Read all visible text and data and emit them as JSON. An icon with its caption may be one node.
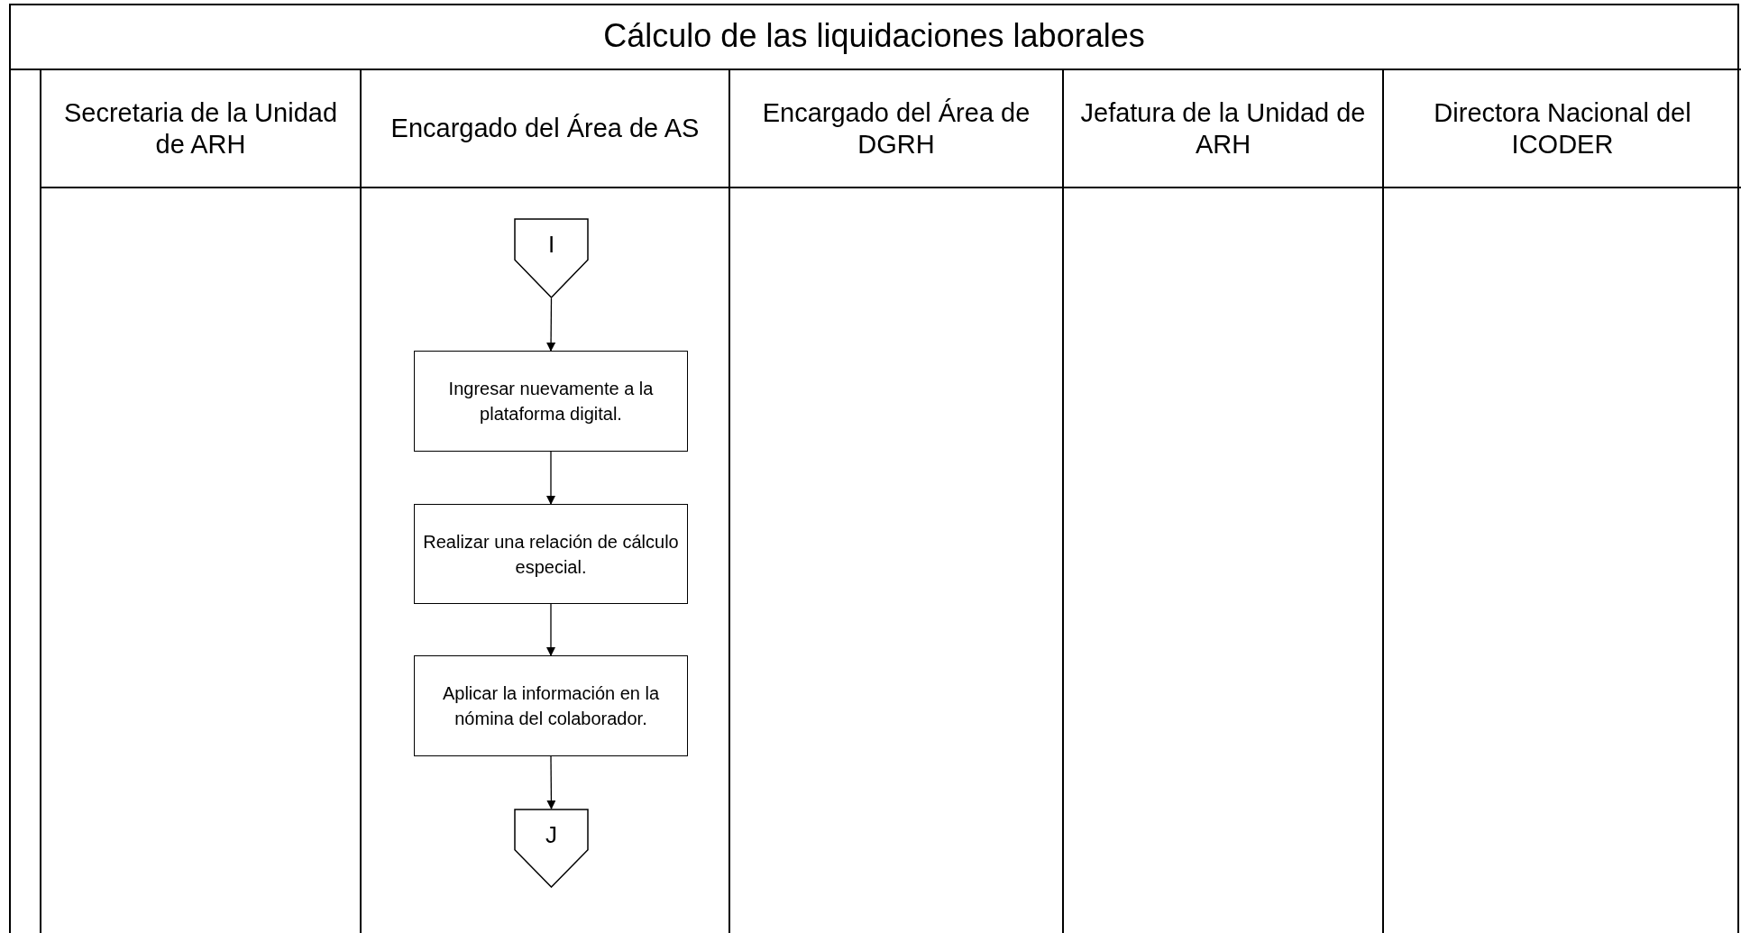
{
  "diagram": {
    "title": "Cálculo de las liquidaciones laborales",
    "nodes": [
      {
        "text": [
          "Secretaria de la Unidad de ARH"
        ]
      },
      {
        "text": [
          "Encargado del Área de AS"
        ]
      },
      {
        "text": [
          "Encargado del Área de DGRH"
        ]
      },
      {
        "text": [
          "Jefatura de la Unidad de ARH"
        ]
      },
      {
        "text": [
          "Directora Nacional del ICODER"
        ]
      },
      {
        "text": [
          "I"
        ],
        "in": 1
      },
      {
        "text": [
          "Ingresar nuevamente a la plataforma digital."
        ],
        "in": 1
      },
      {
        "text": [
          "Realizar una relación de cálculo especial."
        ],
        "in": 1
      },
      {
        "text": [
          "Aplicar la información en la nómina del colaborador."
        ],
        "in": 1
      },
      {
        "text": [
          "J"
        ],
        "in": 1
      }
    ],
    "edges": [
      {
        "from": 5,
        "to": 6,
        "arrow": "to"
      },
      {
        "from": 6,
        "to": 7,
        "arrow": "to"
      },
      {
        "from": 7,
        "to": 8,
        "arrow": "to"
      },
      {
        "from": 8,
        "to": 9,
        "arrow": "to"
      }
    ]
  }
}
